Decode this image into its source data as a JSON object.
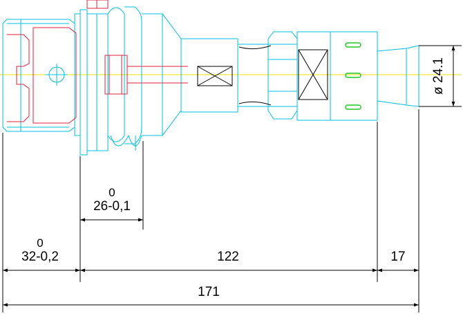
{
  "dimensions": {
    "left_length": {
      "value": "32-0,2",
      "tolerance": "0"
    },
    "flange_length": {
      "value": "26-0,1",
      "tolerance": "0"
    },
    "middle_length": {
      "value": "122"
    },
    "end_length": {
      "value": "17"
    },
    "total_length": {
      "value": "171"
    },
    "diameter": {
      "value": "ø 24.1"
    }
  },
  "colors": {
    "outline": "#00bfe0",
    "section": "#e0203a",
    "centerline": "#e8e000",
    "dimension": "#000000",
    "slot": "#1ec81e"
  }
}
